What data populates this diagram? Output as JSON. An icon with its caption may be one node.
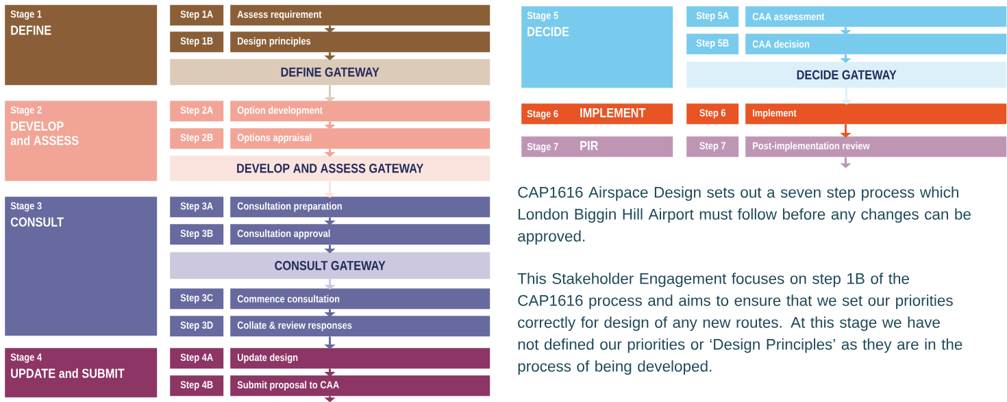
{
  "diagram": {
    "nodes": [
      {
        "text": [
          "Stage 1",
          "DEFINE"
        ]
      },
      {
        "text": [
          "Step 1A"
        ]
      },
      {
        "text": [
          "Assess requirement"
        ]
      },
      {
        "text": [
          "Step 1B"
        ]
      },
      {
        "text": [
          "Design principles"
        ]
      },
      {
        "text": [
          "DEFINE GATEWAY"
        ]
      },
      {
        "text": [
          "Stage 2",
          "DEVELOP and ASSESS"
        ]
      },
      {
        "text": [
          "Step 2A"
        ]
      },
      {
        "text": [
          "Option development"
        ]
      },
      {
        "text": [
          "Step 2B"
        ]
      },
      {
        "text": [
          "Options appraisal"
        ]
      },
      {
        "text": [
          "DEVELOP AND ASSESS GATEWAY"
        ]
      },
      {
        "text": [
          "Stage 3",
          "CONSULT"
        ]
      },
      {
        "text": [
          "Step 3A"
        ]
      },
      {
        "text": [
          "Consultation preparation"
        ]
      },
      {
        "text": [
          "Step 3B"
        ]
      },
      {
        "text": [
          "Consultation approval"
        ]
      },
      {
        "text": [
          "CONSULT GATEWAY"
        ]
      },
      {
        "text": [
          "Step 3C"
        ]
      },
      {
        "text": [
          "Commence consultation"
        ]
      },
      {
        "text": [
          "Step 3D"
        ]
      },
      {
        "text": [
          "Collate & review responses"
        ]
      },
      {
        "text": [
          "Stage 4",
          "UPDATE and SUBMIT"
        ]
      },
      {
        "text": [
          "Step 4A"
        ]
      },
      {
        "text": [
          "Update design"
        ]
      },
      {
        "text": [
          "Step 4B"
        ]
      },
      {
        "text": [
          "Submit proposal to CAA"
        ]
      },
      {
        "text": [
          "Stage 5",
          "DECIDE"
        ]
      },
      {
        "text": [
          "Step 5A"
        ]
      },
      {
        "text": [
          "CAA assessment"
        ]
      },
      {
        "text": [
          "Step 5B"
        ]
      },
      {
        "text": [
          "CAA decision"
        ]
      },
      {
        "text": [
          "DECIDE GATEWAY"
        ]
      },
      {
        "text": [
          "Stage 6",
          "IMPLEMENT"
        ]
      },
      {
        "text": [
          "Step 6"
        ]
      },
      {
        "text": [
          "Implement"
        ]
      },
      {
        "text": [
          "Stage 7",
          "PIR"
        ]
      },
      {
        "text": [
          "Step 7"
        ]
      },
      {
        "text": [
          "Post-implementation review"
        ]
      }
    ],
    "edges": [
      {
        "from": 2,
        "to": 4,
        "arrow": "to",
        "color": "#8a5f37"
      },
      {
        "from": 4,
        "to": 5,
        "arrow": "to",
        "color": "#8a5f37"
      },
      {
        "from": 5,
        "to": 8,
        "arrow": "to",
        "color": "#dccbb8"
      },
      {
        "from": 8,
        "to": 10,
        "arrow": "to",
        "color": "#f2a596"
      },
      {
        "from": 10,
        "to": 11,
        "arrow": "to",
        "color": "#f2a596"
      },
      {
        "from": 11,
        "to": 14,
        "arrow": "to",
        "color": "#fbe4dd"
      },
      {
        "from": 14,
        "to": 16,
        "arrow": "to",
        "color": "#676a9e"
      },
      {
        "from": 16,
        "to": 17,
        "arrow": "to",
        "color": "#676a9e"
      },
      {
        "from": 17,
        "to": 19,
        "arrow": "to",
        "color": "#cbc8e0"
      },
      {
        "from": 19,
        "to": 21,
        "arrow": "to",
        "color": "#676a9e"
      },
      {
        "from": 21,
        "to": 24,
        "arrow": "to",
        "color": "#676a9e"
      },
      {
        "from": 24,
        "to": 26,
        "arrow": "to",
        "color": "#8d3565"
      },
      {
        "from": 26,
        "to": null,
        "arrow": "to",
        "color": "#8d3565"
      },
      {
        "from": 29,
        "to": 31,
        "arrow": "to",
        "color": "#78cbec"
      },
      {
        "from": 31,
        "to": 32,
        "arrow": "to",
        "color": "#78cbec"
      },
      {
        "from": 32,
        "to": 35,
        "arrow": "to",
        "color": "#dcf0fa"
      },
      {
        "from": 35,
        "to": 38,
        "arrow": "to",
        "color": "#e85424"
      },
      {
        "from": 38,
        "to": null,
        "arrow": "to",
        "color": "#be96b4"
      }
    ],
    "labels": [
      "CAP1616 Airspace Design sets out a seven step process which London Biggin Hill Airport must follow before any changes can be approved.",
      "This Stakeholder Engagement focuses on step 1B of the CAP1616 process and aims to ensure that we set our priorities correctly for design of any new routes. At this stage we have not defined our priorities or ‘Design Principles’ as they are in the process of being developed."
    ]
  }
}
